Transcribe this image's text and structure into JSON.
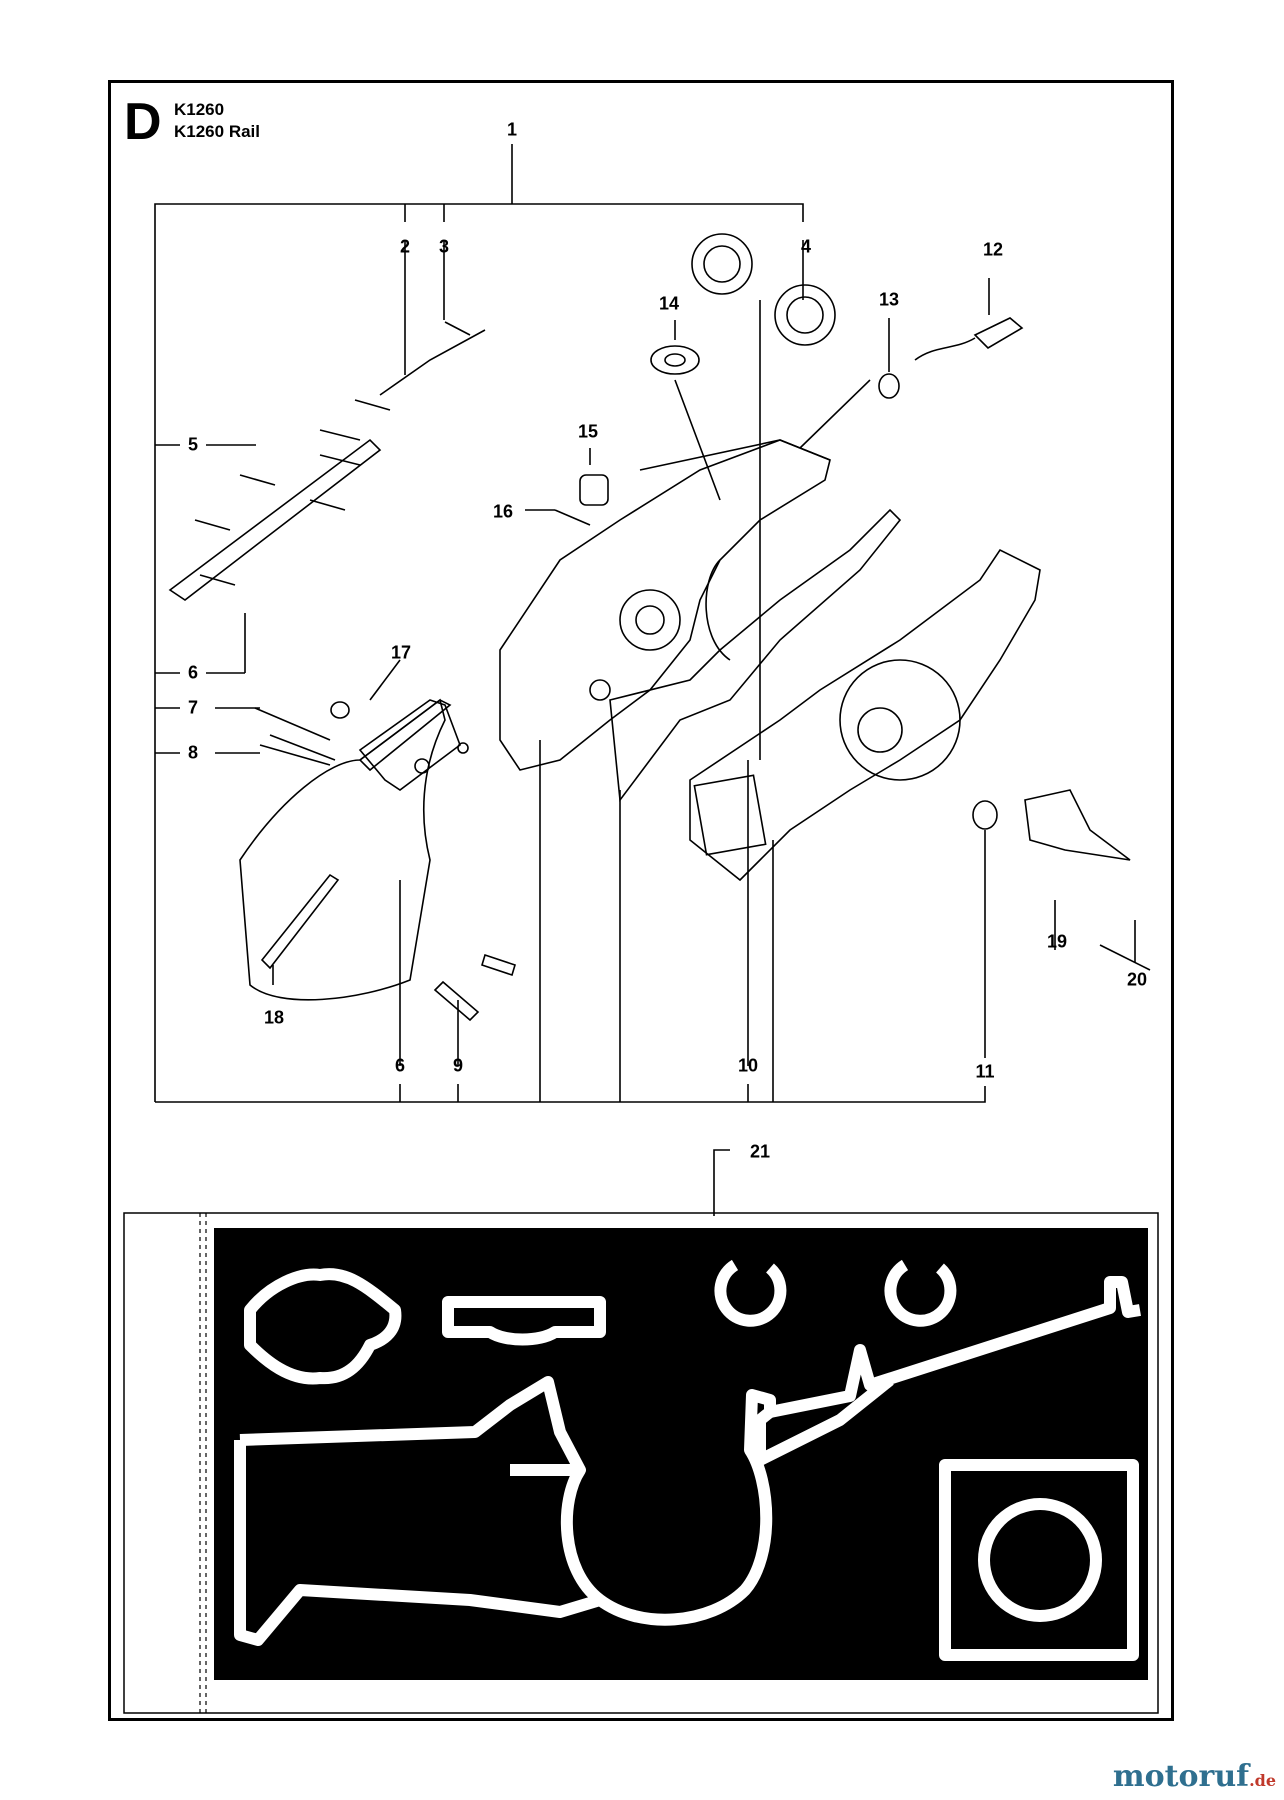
{
  "section": {
    "letter": "D"
  },
  "models": [
    "K1260",
    "K1260 Rail"
  ],
  "callouts": {
    "n1": "1",
    "n2": "2",
    "n3": "3",
    "n4": "4",
    "n5": "5",
    "n6a": "6",
    "n6b": "6",
    "n7": "7",
    "n8": "8",
    "n9": "9",
    "n10": "10",
    "n11": "11",
    "n12": "12",
    "n13": "13",
    "n14": "14",
    "n15": "15",
    "n16": "16",
    "n17": "17",
    "n18": "18",
    "n19": "19",
    "n20": "20",
    "n21": "21"
  },
  "watermark": {
    "name": "motoruf",
    "suffix": ".de"
  }
}
